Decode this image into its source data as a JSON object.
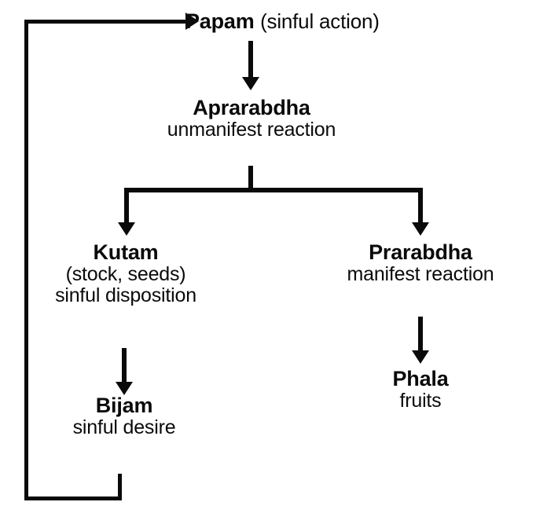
{
  "diagram": {
    "title_text_color": "#0a0a0a",
    "background_color": "#ffffff",
    "line_color": "#0a0a0a",
    "nodes": {
      "papam": {
        "title": "Papam",
        "sub": "(sinful action)"
      },
      "aprarabdha": {
        "title": "Aprarabdha",
        "sub": "unmanifest reaction"
      },
      "kutam": {
        "title": "Kutam",
        "sub1": "(stock, seeds)",
        "sub2": "sinful disposition"
      },
      "prarabdha": {
        "title": "Prarabdha",
        "sub": "manifest reaction"
      },
      "bijam": {
        "title": "Bijam",
        "sub": "sinful desire"
      },
      "phala": {
        "title": "Phala",
        "sub": "fruits"
      }
    },
    "connectors": [
      {
        "name": "feedback-loop",
        "from": "bijam",
        "to": "papam"
      },
      {
        "name": "papam-to-aprarabdha",
        "from": "papam",
        "to": "aprarabdha"
      },
      {
        "name": "aprarabdha-to-kutam",
        "from": "aprarabdha",
        "to": "kutam"
      },
      {
        "name": "aprarabdha-to-prarabdha",
        "from": "aprarabdha",
        "to": "prarabdha"
      },
      {
        "name": "kutam-to-bijam",
        "from": "kutam",
        "to": "bijam"
      },
      {
        "name": "prarabdha-to-phala",
        "from": "prarabdha",
        "to": "phala"
      }
    ]
  }
}
